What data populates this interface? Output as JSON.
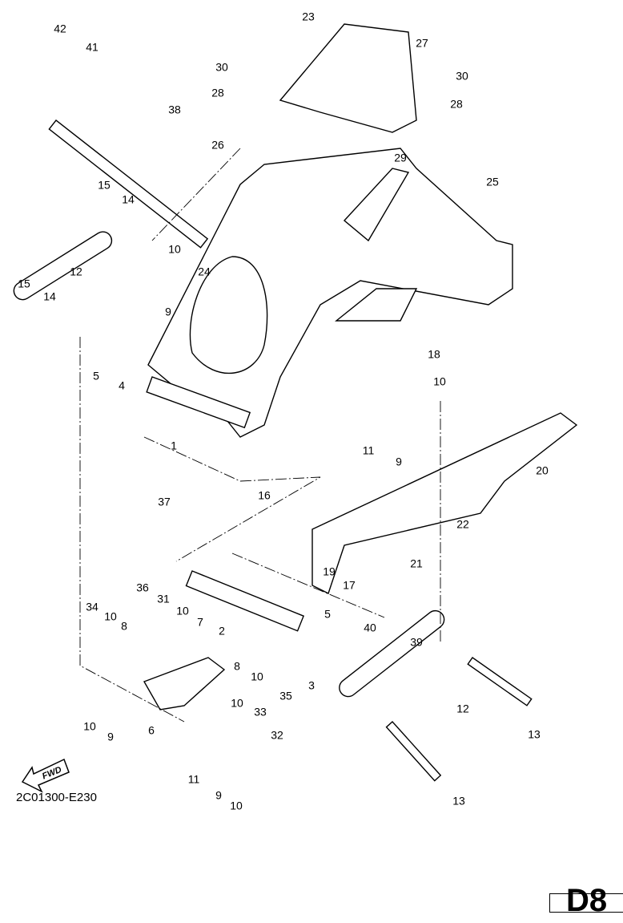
{
  "diagram": {
    "callouts": [
      "42",
      "41",
      "38",
      "27",
      "23",
      "30",
      "30",
      "28",
      "28",
      "26",
      "29",
      "25",
      "15",
      "14",
      "10",
      "24",
      "12",
      "15",
      "14",
      "9",
      "5",
      "4",
      "1",
      "18",
      "10",
      "11",
      "9",
      "20",
      "16",
      "37",
      "22",
      "21",
      "19",
      "17",
      "36",
      "31",
      "34",
      "10",
      "10",
      "8",
      "7",
      "5",
      "40",
      "39",
      "2",
      "8",
      "10",
      "35",
      "6",
      "10",
      "33",
      "3",
      "12",
      "10",
      "9",
      "32",
      "13",
      "11",
      "9",
      "10",
      "13"
    ],
    "fwd_label": "FWD",
    "diagram_code": "2C01300-E230",
    "section_label": "D8"
  }
}
